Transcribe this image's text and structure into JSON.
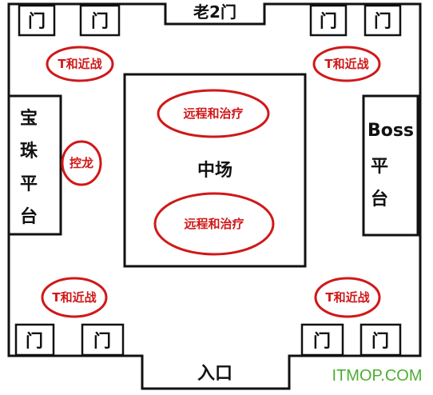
{
  "labels": {
    "top_gate": "老2门",
    "entrance": "入口",
    "center": "中场",
    "door": "门",
    "left_platform": [
      "宝",
      "珠",
      "平",
      "台"
    ],
    "right_platform_line1": "Boss",
    "right_platform_line2": "平",
    "right_platform_line3": "台"
  },
  "zones": {
    "tank_melee": "T和近战",
    "ranged_heal": "远程和治疗",
    "control": "控龙"
  },
  "watermark": "ITMOP.COM",
  "colors": {
    "outline": "#111111",
    "zone": "#d01818",
    "watermark": "#4caf30"
  }
}
